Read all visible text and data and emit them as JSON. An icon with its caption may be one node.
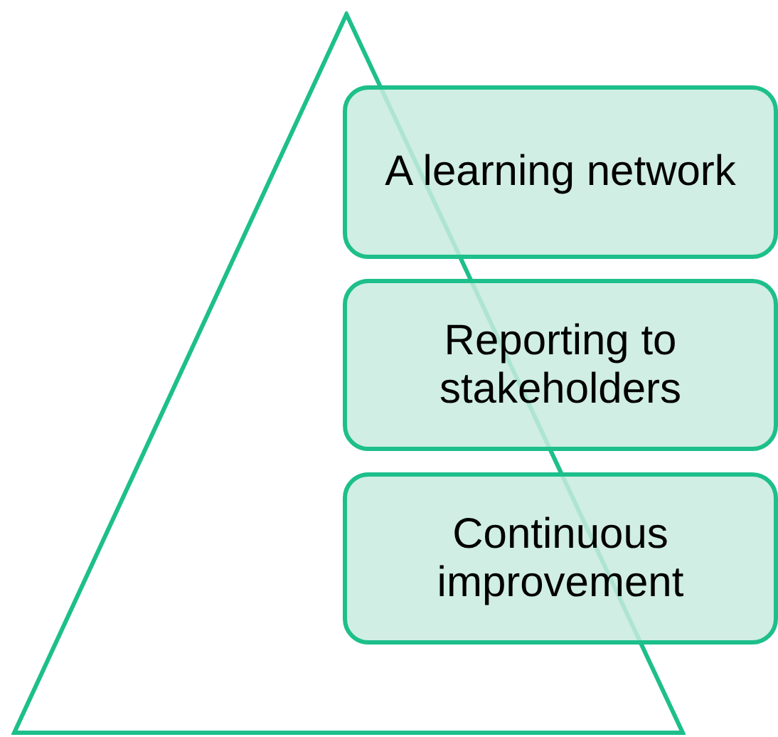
{
  "diagram": {
    "nodes": [
      {
        "text": [],
        "shape": "triangle"
      },
      {
        "text": [
          "A learning network"
        ]
      },
      {
        "text": [
          "Reporting to stakeholders"
        ]
      },
      {
        "text": [
          "Continuous improvement"
        ]
      }
    ]
  }
}
